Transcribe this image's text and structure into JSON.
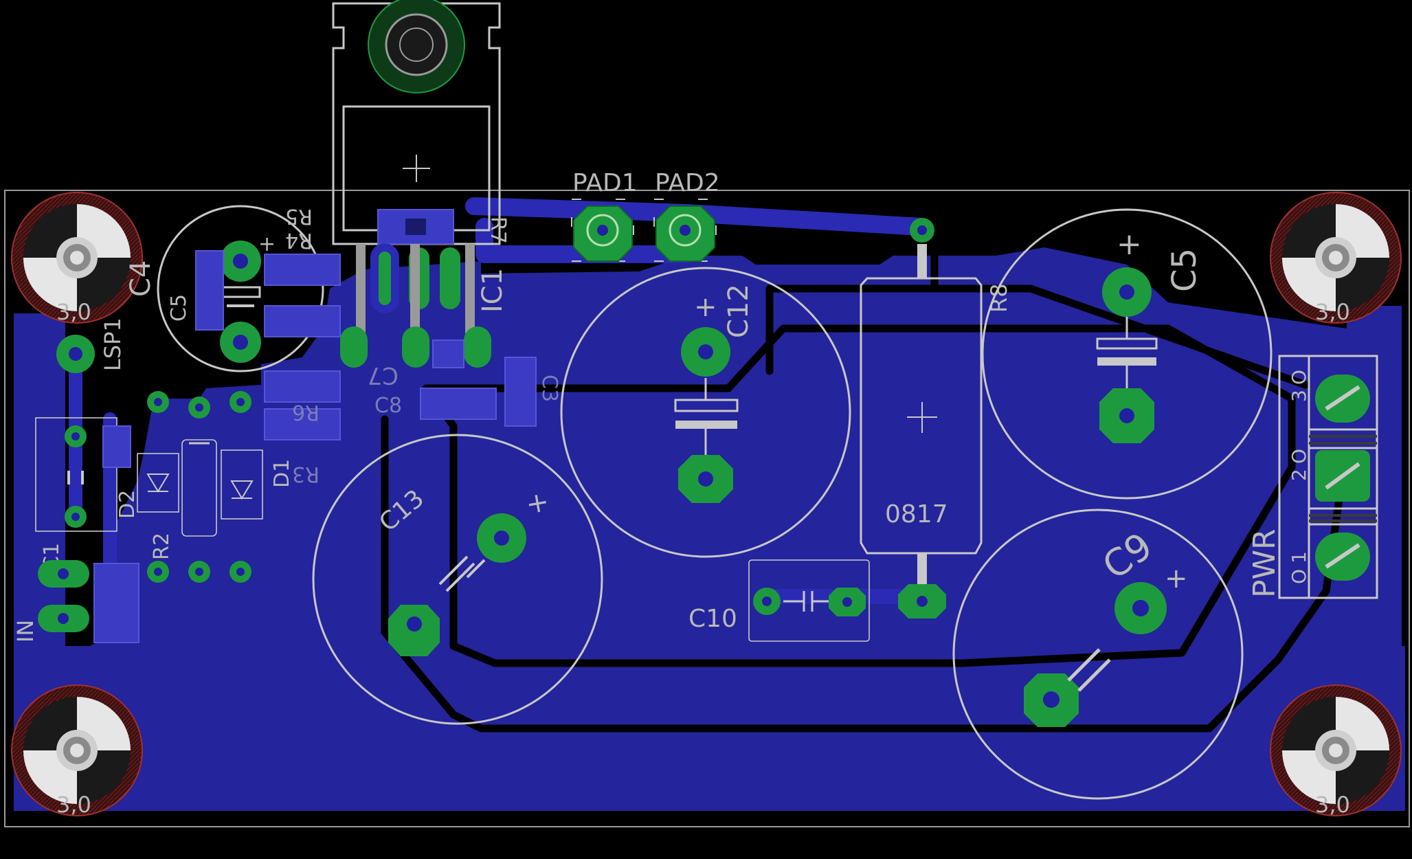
{
  "board": {
    "colors": {
      "background": "#000000",
      "copper_pour": "#24249c",
      "pad": "#1e9a3e",
      "silkscreen": "#c8c8c8",
      "outline": "#b0b0b0"
    },
    "mount_holes": [
      {
        "id": "hole-tl",
        "label": "3,0"
      },
      {
        "id": "hole-tr",
        "label": "3,0"
      },
      {
        "id": "hole-bl",
        "label": "3,0"
      },
      {
        "id": "hole-br",
        "label": "3,0"
      }
    ],
    "labels": {
      "pad1": "PAD1",
      "pad2": "PAD2",
      "r5": "R5",
      "r4": "R4",
      "r7": "R7",
      "r6": "R6",
      "r3": "R3",
      "r8": "R8",
      "r2": "R2",
      "ic1": "IC1",
      "c4": "C4",
      "c5_left": "C5",
      "c5_right": "C5",
      "c7": "C7",
      "c8": "C8",
      "c3": "C3",
      "c12": "C12",
      "c13": "C13",
      "c9": "C9",
      "c10": "C10",
      "c1": "C1",
      "d1": "D1",
      "d2": "D2",
      "lsp1": "LSP1",
      "in": "IN",
      "pwr": "PWR",
      "resistor_value": "0817",
      "term_1": "1",
      "term_2": "2",
      "term_3": "3",
      "term_o1": "O",
      "term_o2": "O",
      "term_o3": "O"
    }
  }
}
